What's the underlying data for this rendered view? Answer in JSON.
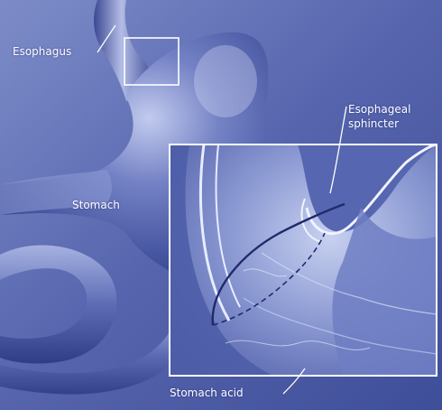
{
  "labels": {
    "esophagus": "Esophagus",
    "stomach": "Stomach",
    "sphincter_line1": "Esophageal",
    "sphincter_line2": "sphincter",
    "stomach_acid": "Stomach acid"
  },
  "colors": {
    "background": "#4b5ba3",
    "background_light": "#8c9bd0",
    "organ_fill": "#3b4a98",
    "organ_highlight": "#a9b6e2",
    "inset_border": "#ffffff",
    "label_text": "#ffffff"
  }
}
